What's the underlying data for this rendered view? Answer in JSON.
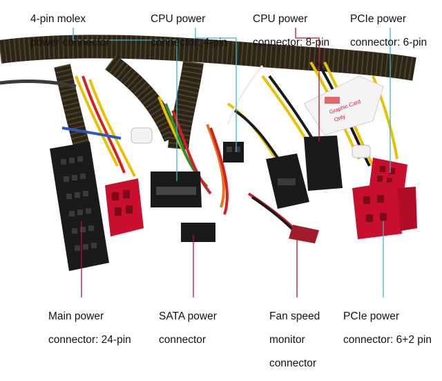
{
  "labels": {
    "molex": {
      "line1": "4-pin molex",
      "line2": "power connector"
    },
    "cpu4": {
      "line1": "CPU power",
      "line2": "connector: 4-pin"
    },
    "cpu8": {
      "line1": "CPU power",
      "line2": "connector: 8-pin"
    },
    "pcie6": {
      "line1": "PCIe power",
      "line2": "connector: 6-pin"
    },
    "main24": {
      "line1": "Main power",
      "line2": "connector: 24-pin"
    },
    "sata": {
      "line1": "SATA power",
      "line2": "connector"
    },
    "fan": {
      "line1": "Fan speed",
      "line2": "monitor",
      "line3": "connector"
    },
    "pcie62": {
      "line1": "PCIe power",
      "line2": "connector: 6+2 pin"
    }
  },
  "sticker_text": [
    "Graphic Card",
    "Only"
  ],
  "colors": {
    "leader_cyan": "#3fb3c9",
    "leader_red": "#b2182b",
    "connector_red": "#c8102e",
    "connector_black": "#1a1a1a",
    "sleeve": "#2b2418",
    "wire_yellow": "#e6c200",
    "wire_red": "#d42020",
    "wire_orange": "#e8741c",
    "wire_green": "#2f8a3a",
    "wire_blue": "#2e58b8"
  }
}
